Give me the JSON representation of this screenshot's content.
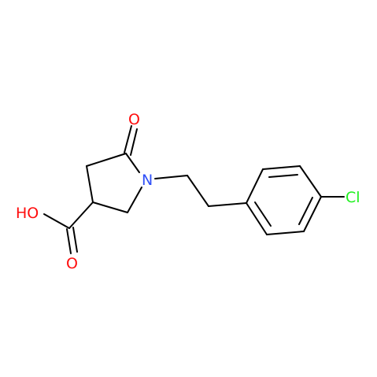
{
  "molecule": {
    "atoms": {
      "carbonyl_oxygen": "O",
      "nitrogen": "N",
      "hydroxyl": "HO",
      "acid_oxygen": "O",
      "chlorine": "Cl"
    },
    "colors": {
      "bond": "#000000",
      "oxygen": "#ff0d0d",
      "nitrogen": "#3050f8",
      "chlorine": "#1ff01f"
    }
  }
}
